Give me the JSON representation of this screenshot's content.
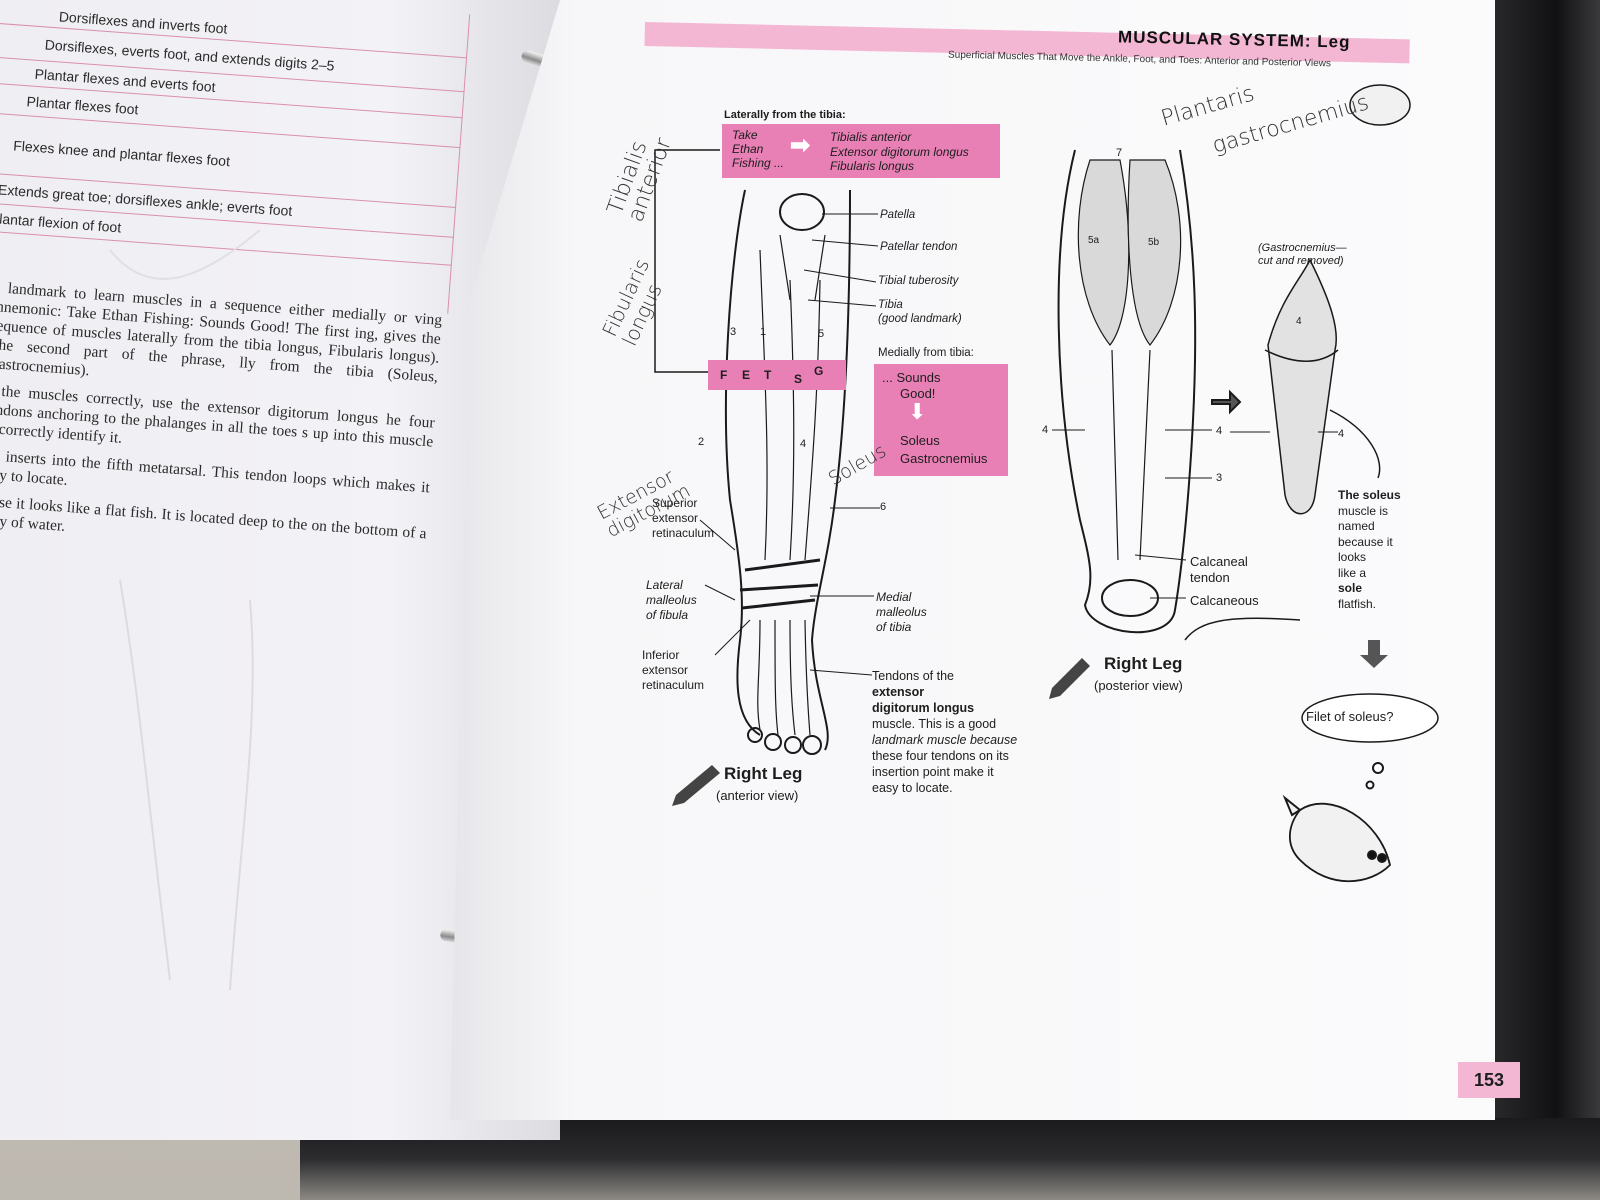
{
  "left_page": {
    "table_rows": [
      "Dorsiflexes and inverts foot",
      "Dorsiflexes, everts foot, and extends digits 2–5",
      "Plantar flexes and everts foot",
      "Plantar flexes foot",
      "Flexes knee and plantar flexes foot",
      "Extends great toe; dorsiflexes ankle; everts foot",
      "Plantar flexion of foot"
    ],
    "paragraphs": [
      "a landmark to learn muscles in a sequence either medially or ving mnemonic: Take Ethan Fishing: Sounds Good! The first ing, gives the sequence of muscles laterally from the tibia longus, Fibularis longus). The second part of the phrase, lly from the tibia (Soleus, Gastrocnemius).",
      "d the muscles correctly, use the extensor digitorum longus he four tendons anchoring to the phalanges in all the toes s up into this muscle to correctly identify it.",
      "hat inserts into the fifth metatarsal. This tendon loops which makes it easy to locate.",
      "cause it looks like a flat fish. It is located deep to the on the bottom of a body of water."
    ]
  },
  "header": {
    "title": "MUSCULAR SYSTEM: Leg",
    "subtitle": "Superficial Muscles That Move the Ankle, Foot, and Toes: Anterior and Posterior Views"
  },
  "mnemonic": {
    "lateral_heading": "Laterally from the tibia:",
    "lateral_words": [
      "Take",
      "Ethan",
      "Fishing ..."
    ],
    "lateral_muscles": [
      "Tibialis anterior",
      "Extensor digitorum longus",
      "Fibularis longus"
    ],
    "letters": [
      "F",
      "E",
      "T",
      "S",
      "G"
    ],
    "medial_heading": "Medially from tibia:",
    "medial_words": [
      "... Sounds",
      "Good!"
    ],
    "medial_muscles": [
      "Soleus",
      "Gastrocnemius"
    ]
  },
  "anterior": {
    "labels": {
      "patella": "Patella",
      "patellar_tendon": "Patellar tendon",
      "tibial_tuberosity": "Tibial tuberosity",
      "tibia": "Tibia",
      "tibia_note": "(good landmark)",
      "superior_retinaculum": [
        "Superior",
        "extensor",
        "retinaculum"
      ],
      "lateral_malleolus": [
        "Lateral",
        "malleolus",
        "of fibula"
      ],
      "medial_malleolus": [
        "Medial",
        "malleolus",
        "of tibia"
      ],
      "inferior_retinaculum": [
        "Inferior",
        "extensor",
        "retinaculum"
      ],
      "tendons_caption": [
        "Tendons of the",
        "extensor",
        "digitorum longus",
        "muscle. This is a good",
        "landmark muscle because",
        "these four tendons on its",
        "insertion point make it",
        "easy to locate."
      ]
    },
    "numbers": [
      "3",
      "1",
      "5",
      "2",
      "4",
      "6"
    ],
    "caption_title": "Right Leg",
    "caption_sub": "(anterior view)"
  },
  "posterior": {
    "numbers": [
      "7",
      "5a",
      "5b",
      "4",
      "4",
      "3"
    ],
    "labels": {
      "calcaneal_tendon": [
        "Calcaneal",
        "tendon"
      ],
      "calcaneous": "Calcaneous",
      "gastroc_removed": [
        "(Gastrocnemius—",
        "cut and removed)"
      ]
    },
    "caption_title": "Right Leg",
    "caption_sub": "(posterior view)",
    "soleus_note": [
      "The soleus",
      "muscle is",
      "named",
      "because it",
      "looks",
      "like a",
      "sole",
      "flatfish."
    ],
    "thought_bubble": "Filet of soleus?"
  },
  "handwriting": {
    "tibialis": [
      "Tibialis",
      "anterior"
    ],
    "fibularis": [
      "Fibularis",
      "longus"
    ],
    "extensor": [
      "Extensor",
      "digitorum"
    ],
    "soleus": "Soleus",
    "plantaris": "Plantaris",
    "gastrocnemius": "gastrocnemius"
  },
  "page_number": "153",
  "colors": {
    "pink_header": "#f3b7d4",
    "pink_box": "#e880b6",
    "table_line": "#d98fb2"
  }
}
